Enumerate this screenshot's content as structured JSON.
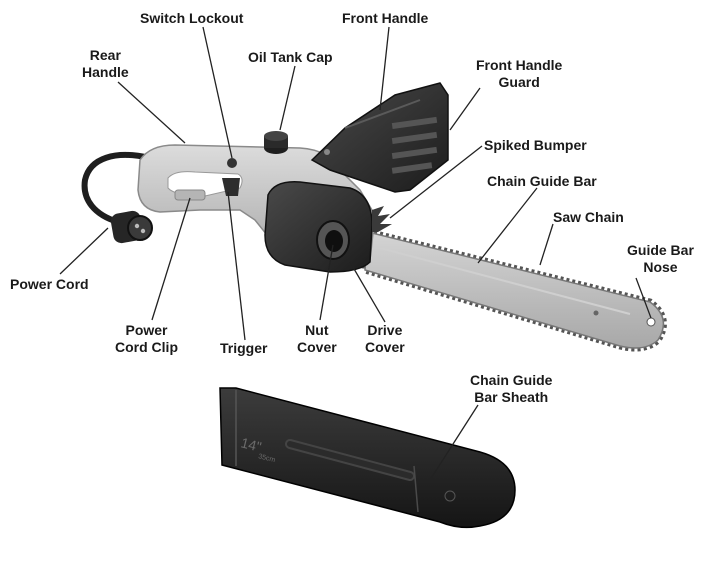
{
  "labels": {
    "switch_lockout": "Switch Lockout",
    "front_handle": "Front Handle",
    "rear_handle": [
      "Rear",
      "Handle"
    ],
    "oil_tank_cap": "Oil Tank Cap",
    "front_handle_guard": [
      "Front Handle",
      "Guard"
    ],
    "spiked_bumper": "Spiked Bumper",
    "chain_guide_bar": "Chain Guide Bar",
    "saw_chain": "Saw Chain",
    "guide_bar_nose": [
      "Guide Bar",
      "Nose"
    ],
    "power_cord": "Power Cord",
    "power_cord_clip": [
      "Power",
      "Cord Clip"
    ],
    "trigger": "Trigger",
    "nut_cover": [
      "Nut",
      "Cover"
    ],
    "drive_cover": [
      "Drive",
      "Cover"
    ],
    "chain_guide_bar_sheath": [
      "Chain Guide",
      "Bar Sheath"
    ]
  },
  "sheath_markings": {
    "size_in": "14\"",
    "size_cm": "35cm"
  },
  "colors": {
    "body_gray": "#c9c9c9",
    "dark_plastic": "#2b2b2b",
    "bar_gray": "#bdbdbd",
    "chain": "#6b6b6b",
    "leader": "#222222"
  }
}
